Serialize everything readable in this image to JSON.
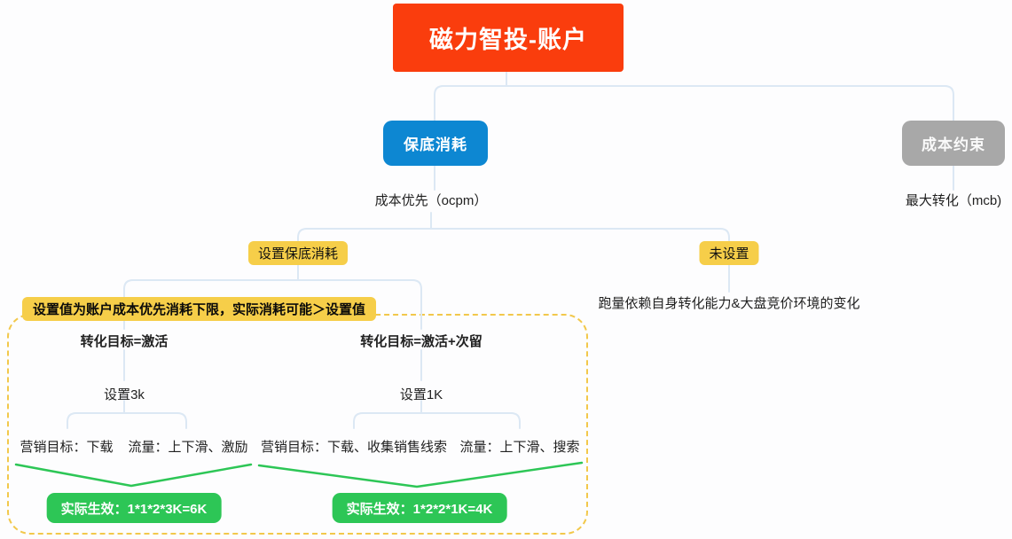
{
  "colors": {
    "root_bg": "#fa3d0d",
    "blue_bg": "#0d87d2",
    "gray_bg": "#a8a8a8",
    "yellow_bg": "#f6ce49",
    "green_bg": "#2dc656",
    "connector": "#dce8f4",
    "dash_color": "#f2c84b"
  },
  "tree": {
    "root": {
      "label": "磁力智投-账户"
    },
    "cost_guarantee": {
      "label": "保底消耗"
    },
    "cost_constraint": {
      "label": "成本约束"
    },
    "cost_first": {
      "label": "成本优先（ocpm）"
    },
    "max_conversion": {
      "label": "最大转化（mcb)"
    },
    "set_guarantee": {
      "label": "设置保底消耗"
    },
    "not_set": {
      "label": "未设置"
    },
    "not_set_note": {
      "label": "跑量依赖自身转化能力&大盘竞价环境的变化"
    },
    "warning_note": {
      "label": "设置值为账户成本优先消耗下限，实际消耗可能＞设置值"
    },
    "branches": [
      {
        "header": "转化目标=激活",
        "setting": "设置3k",
        "marketing_goal": "营销目标：下载",
        "traffic": "流量：上下滑、激励",
        "result": "实际生效：1*1*2*3K=6K"
      },
      {
        "header": "转化目标=激活+次留",
        "setting": "设置1K",
        "marketing_goal": "营销目标：下载、收集销售线索",
        "traffic": "流量：上下滑、搜索",
        "result": "实际生效：1*2*2*1K=4K"
      }
    ]
  }
}
